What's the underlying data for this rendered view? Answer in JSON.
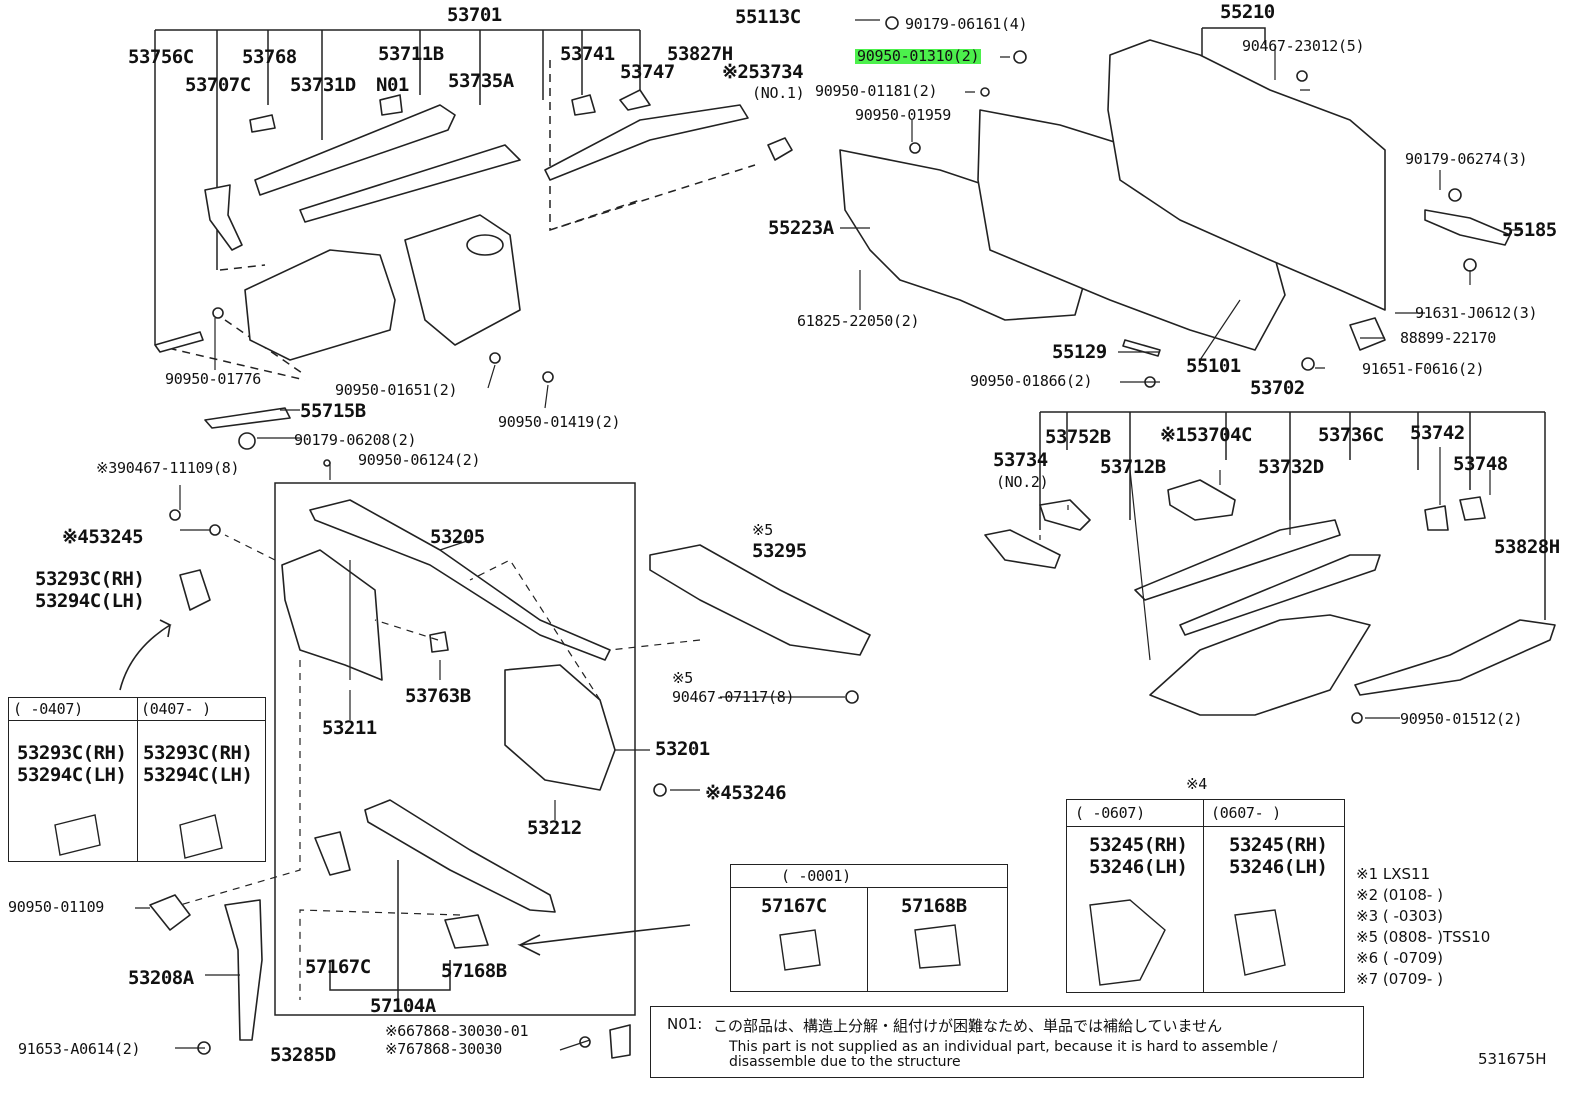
{
  "labels": {
    "l53701": "53701",
    "l55113C": "55113C",
    "l90179_06161": "90179-06161(4)",
    "l55210": "55210",
    "l53756C": "53756C",
    "l53768": "53768",
    "l53711B": "53711B",
    "l53741": "53741",
    "l53827H": "53827H",
    "l90950_01310": "90950-01310(2)",
    "l90467_23012": "90467-23012(5)",
    "l53707C": "53707C",
    "l53731D": "53731D",
    "lN01": "N01",
    "l53735A": "53735A",
    "l53747": "53747",
    "l53734a": "※253734",
    "l53734aSub": "(NO.1)",
    "l90950_01181": "90950-01181(2)",
    "l90950_01959": "90950-01959",
    "l90179_06274": "90179-06274(3)",
    "l55223A": "55223A",
    "l55185": "55185",
    "l61825": "61825-22050(2)",
    "l91631": "91631-J0612(3)",
    "l88899": "88899-22170",
    "l55129": "55129",
    "l55101": "55101",
    "l90950_01866": "90950-01866(2)",
    "l91651": "91651-F0616(2)",
    "l53702": "53702",
    "l90950_01776": "90950-01776",
    "l90950_01651": "90950-01651(2)",
    "l90950_01419": "90950-01419(2)",
    "l55715B": "55715B",
    "l90179_06208": "90179-06208(2)",
    "l90950_06124": "90950-06124(2)",
    "l90467_11109": "※390467-11109(8)",
    "l53245": "※453245",
    "l53293C": "53293C(RH)",
    "l53294C": "53294C(LH)",
    "l53205": "53205",
    "l53295pre": "※5",
    "l53295": "53295",
    "l53763B": "53763B",
    "l53211": "53211",
    "l90467_07117pre": "※5",
    "l90467_07117": "90467-07117(8)",
    "l53201": "53201",
    "l53212": "53212",
    "l53246": "※453246",
    "l53734b": "53734",
    "l53734bSub": "(NO.2)",
    "l53752B": "53752B",
    "l53704C": "※153704C",
    "l53736C": "53736C",
    "l53742": "53742",
    "l53712B": "53712B",
    "l53732D": "53732D",
    "l53748": "53748",
    "l53828H": "53828H",
    "l90950_01512": "90950-01512(2)",
    "l90950_01109": "90950-01109",
    "l53208A": "53208A",
    "l57167C": "57167C",
    "l57168B": "57168B",
    "l57104A": "57104A",
    "l91653": "91653-A0614(2)",
    "l667868": "※667868-30030-01",
    "l767868": "※767868-30030",
    "l53285D": "53285D",
    "star4": "※4",
    "diag": "531675H"
  },
  "inset_left": {
    "col1_header": "(     -0407)",
    "col2_header": "(0407-     )",
    "col1_a": "53293C(RH)",
    "col1_b": "53294C(LH)",
    "col2_a": "53293C(RH)",
    "col2_b": "53294C(LH)"
  },
  "inset_mid": {
    "header": "(     -0001)",
    "col1": "57167C",
    "col2": "57168B"
  },
  "inset_right": {
    "col1_header": "(     -0607)",
    "col2_header": "(0607-     )",
    "col1_a": "53245(RH)",
    "col1_b": "53246(LH)",
    "col2_a": "53245(RH)",
    "col2_b": "53246(LH)"
  },
  "footnotes": [
    "※1 LXS11",
    "※2 (0108-       )",
    "※3 (       -0303)",
    "※5 (0808-       )TSS10",
    "※6 (       -0709)",
    "※7 (0709-       )"
  ],
  "n01_note": {
    "prefix": "N01:",
    "jp": "この部品は、構造上分解・組付けが困難なため、単品では補給していません",
    "en1": "This part is not supplied as an individual part, because it is hard to assemble /",
    "en2": "disassemble due to the structure"
  },
  "colors": {
    "ink": "#222222",
    "highlight": "#4cf04c"
  }
}
